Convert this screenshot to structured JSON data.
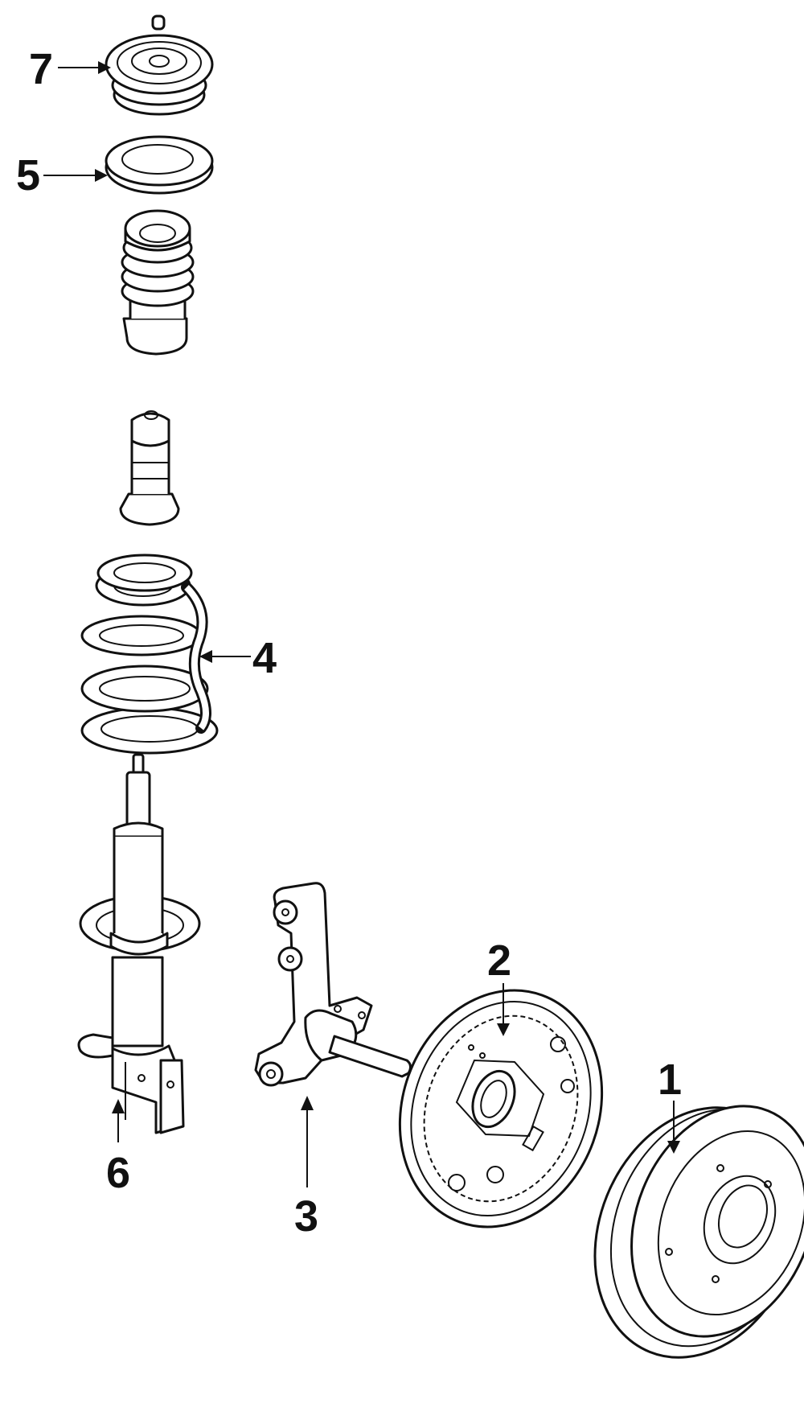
{
  "diagram": {
    "type": "exploded-parts-diagram",
    "subject": "front suspension strut assembly and rear drum brake",
    "background": "#ffffff",
    "line_color": "#111111",
    "callouts": [
      {
        "id": "1",
        "label": "1",
        "part": "brake-drum"
      },
      {
        "id": "2",
        "label": "2",
        "part": "backing-plate"
      },
      {
        "id": "3",
        "label": "3",
        "part": "steering-knuckle"
      },
      {
        "id": "4",
        "label": "4",
        "part": "coil-spring"
      },
      {
        "id": "5",
        "label": "5",
        "part": "spring-seat-bearing"
      },
      {
        "id": "6",
        "label": "6",
        "part": "strut-assembly"
      },
      {
        "id": "7",
        "label": "7",
        "part": "strut-mount"
      }
    ],
    "unlabeled_parts": [
      "spring-bumper-boot",
      "bump-stop"
    ]
  }
}
